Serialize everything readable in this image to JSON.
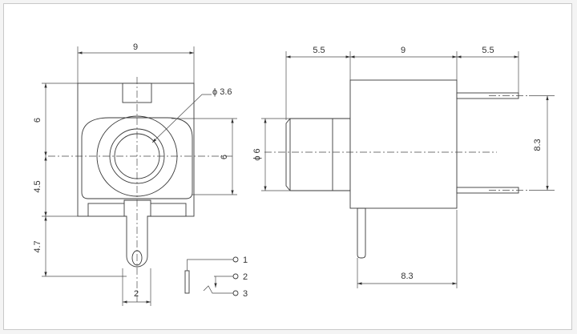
{
  "dimensions": {
    "front_width": "9",
    "front_upper_height": "6",
    "front_lower_height": "4.5",
    "lug_height": "4.7",
    "lug_width": "2",
    "hole_diameter": "ϕ 3.6",
    "bushing_height": "6",
    "side_left_offset": "5.5",
    "side_body_width": "9",
    "side_right_offset": "5.5",
    "barrel_diameter": "ϕ 6",
    "pin_spacing": "8.3",
    "bottom_pin_offset": "8.3"
  },
  "schematic": {
    "pin1": "1",
    "pin2": "2",
    "pin3": "3"
  }
}
